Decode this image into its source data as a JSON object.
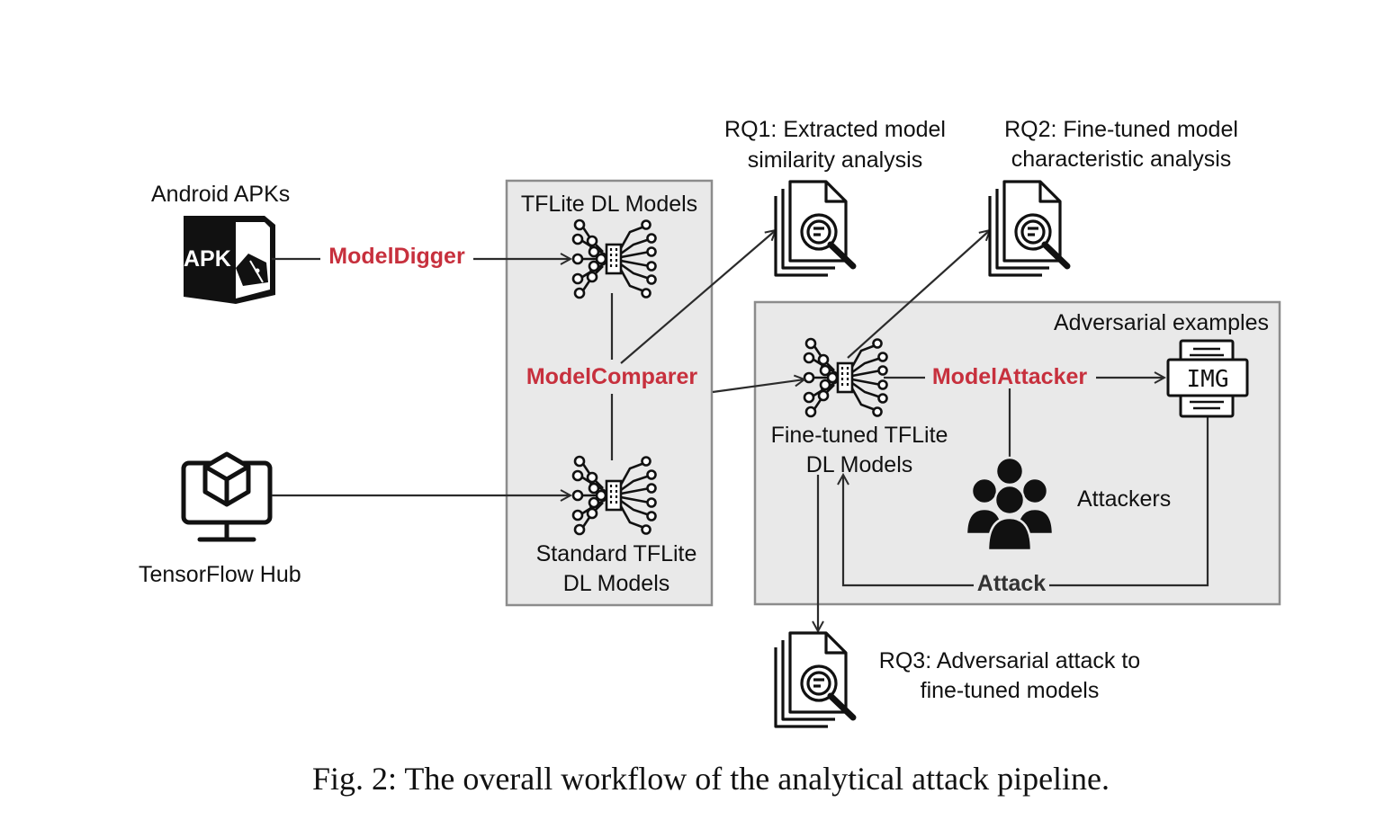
{
  "colors": {
    "tool_accent": "#c7303d",
    "attack_label": "#333333",
    "box_fill": "#e9e9e9",
    "box_stroke": "#8c8c8c",
    "line": "#2b2b2b"
  },
  "sources": {
    "apk": {
      "title": "Android APKs",
      "badge": "APK",
      "icon": "apk-file-icon"
    },
    "hub": {
      "title": "TensorFlow Hub",
      "icon": "monitor-cube-icon"
    }
  },
  "tflite_box": {
    "top_label": "TFLite DL Models",
    "bottom_label_line1": "Standard TFLite",
    "bottom_label_line2": "DL Models",
    "icon": "neural-network-icon"
  },
  "tools": {
    "digger": "ModelDigger",
    "comparer": "ModelComparer",
    "attacker": "ModelAttacker",
    "attack": "Attack"
  },
  "adversarial_box": {
    "title": "Adversarial examples",
    "finetuned_line1": "Fine-tuned TFLite",
    "finetuned_line2": "DL Models",
    "attackers": "Attackers",
    "img_badge": "IMG",
    "attackers_icon": "user-group-icon",
    "img_icon": "image-document-icon"
  },
  "research_questions": [
    {
      "line1": "RQ1: Extracted model",
      "line2": "similarity analysis",
      "icon": "report-search-icon"
    },
    {
      "line1": "RQ2: Fine-tuned model",
      "line2": "characteristic analysis",
      "icon": "report-search-icon"
    },
    {
      "line1": "RQ3: Adversarial attack to",
      "line2": "fine-tuned models",
      "icon": "report-search-icon"
    }
  ],
  "caption": "Fig. 2: The overall workflow of the analytical attack pipeline."
}
